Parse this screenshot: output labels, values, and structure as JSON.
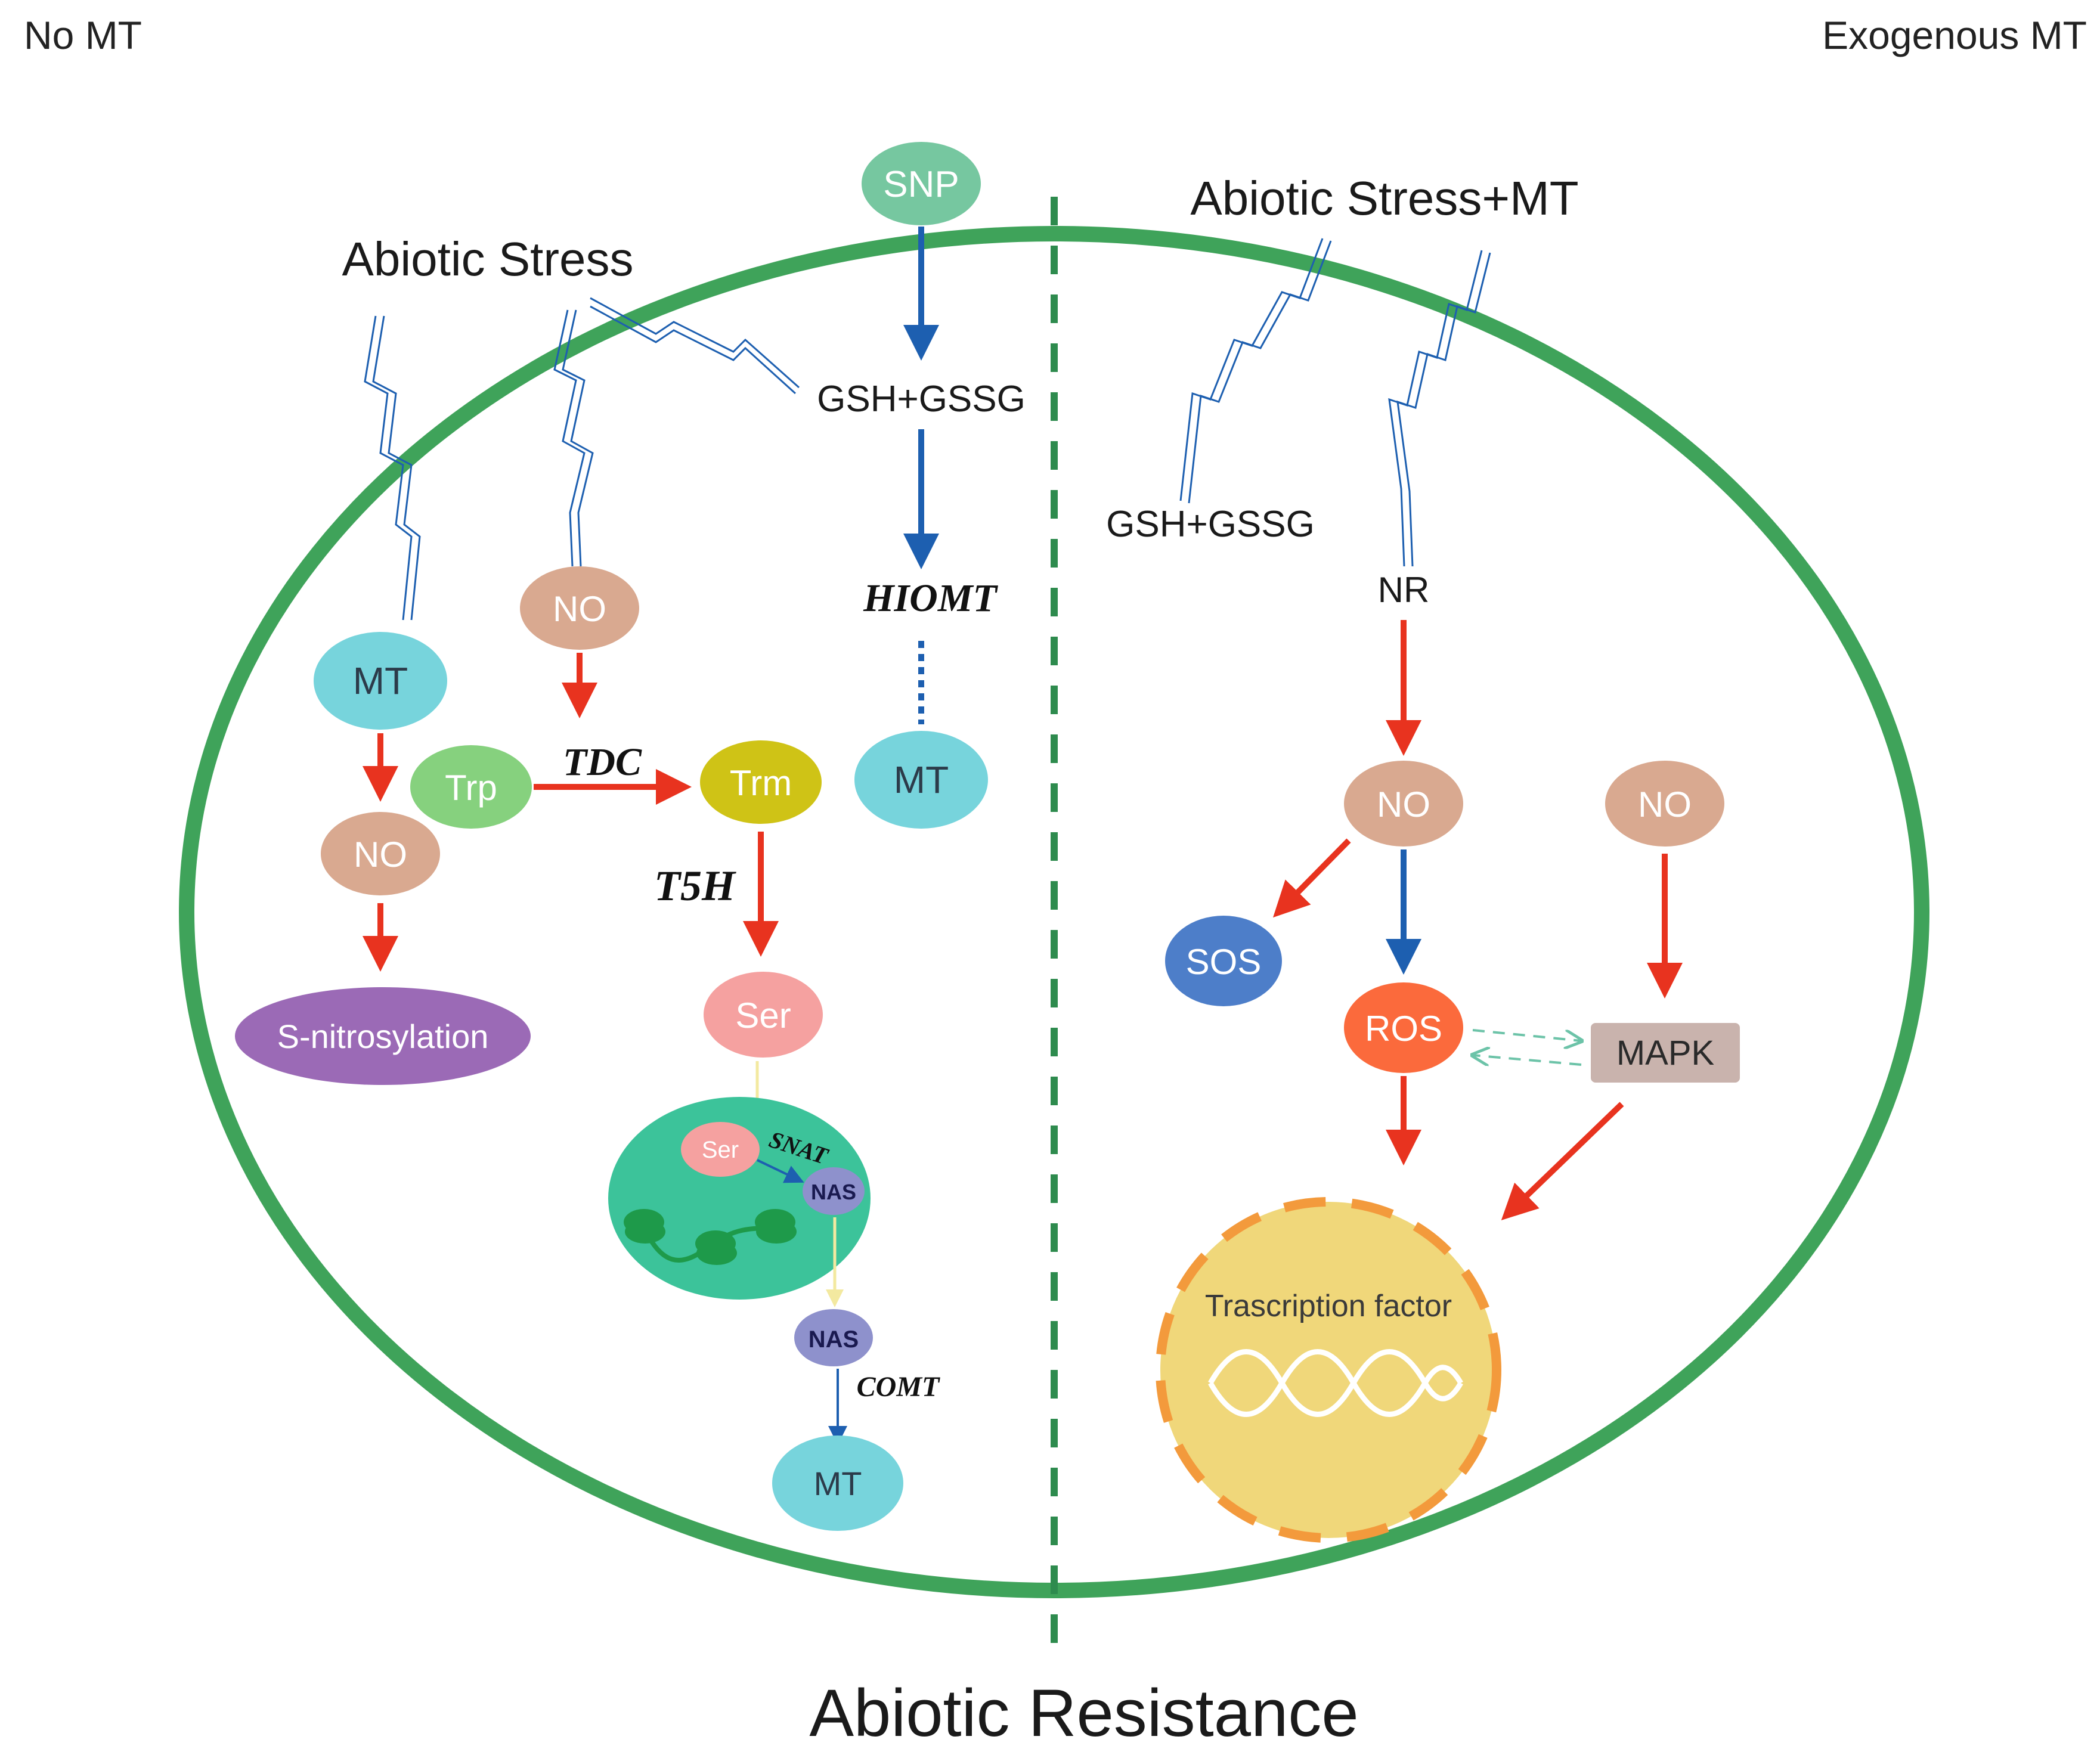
{
  "corner_labels": {
    "left": "No  MT",
    "right": "Exogenous MT"
  },
  "left_panel": {
    "stress_label": "Abiotic Stress",
    "snp": "SNP",
    "gsh_gssg": "GSH+GSSG",
    "hiomt": "HIOMT",
    "mt_top_right": "MT",
    "mt_left": "MT",
    "no_top": "NO",
    "no_left": "NO",
    "trp": "Trp",
    "tdc": "TDC",
    "trm": "Trm",
    "t5h": "T5H",
    "ser": "Ser",
    "s_nitrosylation": "S-nitrosylation",
    "chloroplast": {
      "ser": "Ser",
      "snat": "SNAT",
      "nas": "NAS"
    },
    "nas": "NAS",
    "comt": "COMT",
    "mt_bottom": "MT"
  },
  "right_panel": {
    "stress_label": "Abiotic  Stress+MT",
    "gsh_gssg": "GSH+GSSG",
    "nr": "NR",
    "no_center": "NO",
    "no_right": "NO",
    "sos": "SOS",
    "ros": "ROS",
    "mapk": "MAPK",
    "transcription_factor": "Trascription factor"
  },
  "footer": {
    "title": "Abiotic Resistance"
  },
  "colors": {
    "cell_border": "#3fa35a",
    "divider": "#2e8b4e",
    "red_arrow": "#e8331f",
    "blue_arrow": "#1d5fb0",
    "mt": "#77d4dc",
    "no": "#d9a990",
    "snp": "#76c7a0",
    "trp": "#86d17e",
    "trm": "#cfc316",
    "ser": "#f5a1a0",
    "s_nitrosylation": "#9b6ab6",
    "sos": "#4d7ec9",
    "ros": "#fb6a3c",
    "mapk": "#c9b3ad",
    "nucleus": "#f0d77a",
    "chloroplast": "#3cc39a",
    "nas": "#8e91cc"
  }
}
